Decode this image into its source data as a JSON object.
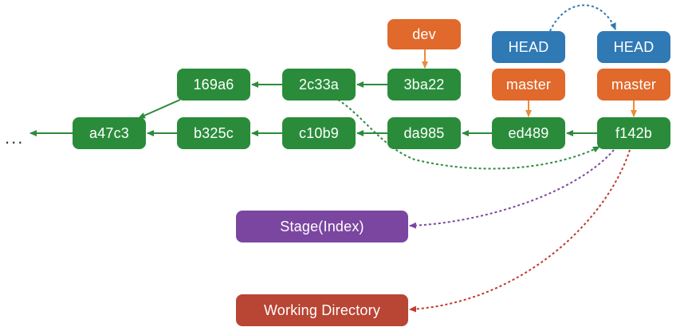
{
  "colors": {
    "commit": "#2a8c3a",
    "ref_orange": "#e0692b",
    "head_blue": "#2f79b5",
    "stage_purple": "#7b46a0",
    "workdir_red": "#b94534",
    "green_line": "#2a8c3a",
    "orange_line": "#ee8a36",
    "blue_dash": "#2f79b5",
    "green_dash": "#2a8c3a",
    "purple_dash": "#7b46a0",
    "red_dash": "#c0392b"
  },
  "ellipsis": "...",
  "commits": {
    "a47c3": "a47c3",
    "b325c": "b325c",
    "c10b9": "c10b9",
    "da985": "da985",
    "ed489": "ed489",
    "f142b": "f142b",
    "169a6": "169a6",
    "2c33a": "2c33a",
    "3ba22": "3ba22"
  },
  "refs": {
    "dev": "dev",
    "master_old": "master",
    "master_new": "master",
    "head_old": "HEAD",
    "head_new": "HEAD"
  },
  "areas": {
    "stage": "Stage(Index)",
    "working_directory": "Working Directory"
  }
}
